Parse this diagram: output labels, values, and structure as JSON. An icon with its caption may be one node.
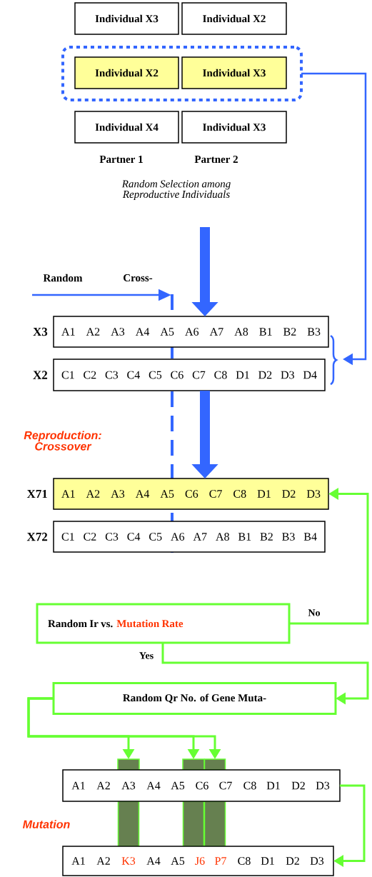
{
  "diagram": {
    "nodes": [
      {
        "text": [
          "Individual X3"
        ]
      },
      {
        "text": [
          "Individual X2"
        ]
      },
      {
        "text": [],
        "shape": "box"
      },
      {
        "text": [
          "Individual X2"
        ],
        "in": 2
      },
      {
        "text": [
          "Individual X3"
        ],
        "in": 2
      },
      {
        "text": [
          "Individual X4"
        ]
      },
      {
        "text": [
          "Individual X3"
        ]
      },
      {
        "text": [
          "A1 A2 A3 A4 A5 A6 A7 A8 B1 B2 B3"
        ],
        "beside": [
          "X3"
        ]
      },
      {
        "text": [
          "C1 C2 C3 C4 C5 C6 C7 C8 D1 D2 D3 D4"
        ],
        "beside": [
          "X2"
        ]
      },
      {
        "text": [
          "A1 A2 A3 A4 A5 C6 C7 C8 D1 D2 D3"
        ],
        "beside": [
          "X71"
        ]
      },
      {
        "text": [
          "C1 C2 C3 C4 C5 A6 A7 A8 B1 B2 B3 B4"
        ],
        "beside": [
          "X72"
        ]
      },
      {
        "text": [
          "Random Ir vs.",
          "Mutation Rate"
        ]
      },
      {
        "text": [
          "Random  Qr   No.  of  Gene  Muta-"
        ]
      },
      {
        "text": [],
        "shape": "bar"
      },
      {
        "text": [],
        "shape": "bar"
      },
      {
        "text": [],
        "shape": "bar"
      },
      {
        "text": [
          "A1",
          "A2",
          "A3",
          "A4",
          "A5",
          "C6",
          "C7",
          "C8",
          "D1",
          "D2",
          "D3"
        ]
      },
      {
        "text": [
          "A1",
          "A2",
          "K3",
          "A4",
          "A5",
          "J6",
          "P7",
          "C8",
          "D1",
          "D2",
          "D3"
        ]
      }
    ],
    "edges": [
      {
        "from": 2,
        "to": null,
        "arrow": "to",
        "color": "#3366ff"
      },
      {
        "from": null,
        "to": 7,
        "arrow": "to",
        "style": "thick",
        "color": "#3366ff"
      },
      {
        "from": 8,
        "to": 9,
        "arrow": "to",
        "style": "thick",
        "color": "#3366ff"
      },
      {
        "from": 11,
        "to": 9,
        "arrow": "to",
        "label": "No"
      },
      {
        "from": 11,
        "to": 12,
        "arrow": "to",
        "label": "Yes"
      },
      {
        "from": 12,
        "to": 13,
        "arrow": "to"
      },
      {
        "from": 12,
        "to": 14,
        "arrow": "to"
      },
      {
        "from": 12,
        "to": 15,
        "arrow": "to"
      },
      {
        "from": 16,
        "to": 17,
        "arrow": "to"
      }
    ],
    "labels": [
      "Partner 1",
      "Partner 2",
      "Random Selection among Reproductive Individuals",
      "Random",
      "Cross-",
      "Reproduction: Crossover",
      "Mutation"
    ]
  }
}
